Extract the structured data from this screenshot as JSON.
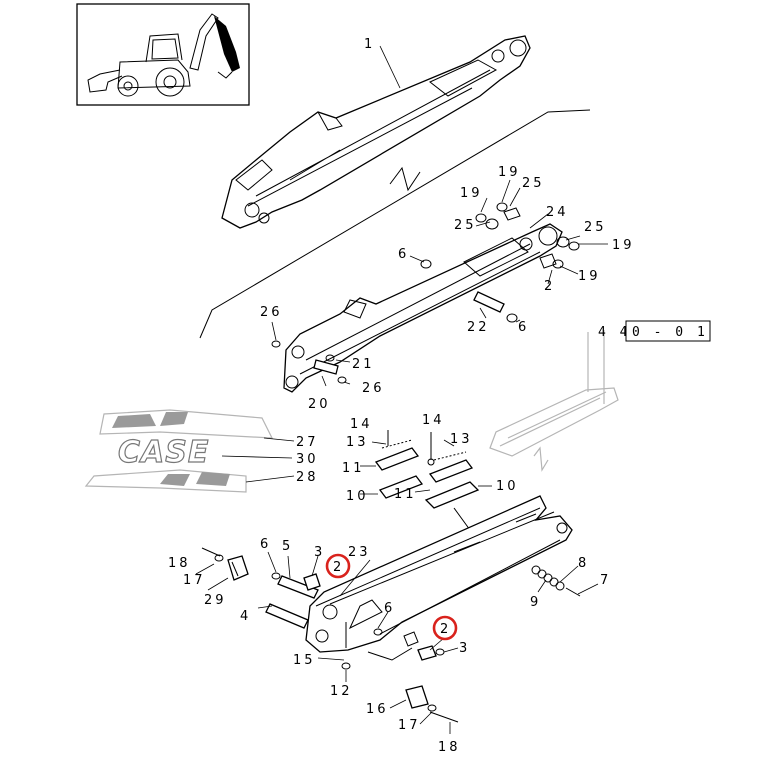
{
  "callouts": [
    {
      "id": "c1",
      "text": "1"
    },
    {
      "id": "c2-top",
      "text": "2"
    },
    {
      "id": "c2-mid",
      "text": "2"
    },
    {
      "id": "c2-lower",
      "text": "2"
    },
    {
      "id": "c3-left",
      "text": "3"
    },
    {
      "id": "c3-right",
      "text": "3"
    },
    {
      "id": "c4",
      "text": "4"
    },
    {
      "id": "c5",
      "text": "5"
    },
    {
      "id": "c6-top",
      "text": "6"
    },
    {
      "id": "c6-mid",
      "text": "6"
    },
    {
      "id": "c6-left",
      "text": "6"
    },
    {
      "id": "c6-lower",
      "text": "6"
    },
    {
      "id": "c7",
      "text": "7"
    },
    {
      "id": "c8",
      "text": "8"
    },
    {
      "id": "c9",
      "text": "9"
    },
    {
      "id": "c10-left",
      "text": "10"
    },
    {
      "id": "c10-right",
      "text": "10"
    },
    {
      "id": "c11-left",
      "text": "11"
    },
    {
      "id": "c11-right",
      "text": "11"
    },
    {
      "id": "c12",
      "text": "12"
    },
    {
      "id": "c13-left",
      "text": "13"
    },
    {
      "id": "c13-right",
      "text": "13"
    },
    {
      "id": "c14-left",
      "text": "14"
    },
    {
      "id": "c14-right",
      "text": "14"
    },
    {
      "id": "c15",
      "text": "15"
    },
    {
      "id": "c16",
      "text": "16"
    },
    {
      "id": "c17-top",
      "text": "17"
    },
    {
      "id": "c17-bottom",
      "text": "17"
    },
    {
      "id": "c18-top",
      "text": "18"
    },
    {
      "id": "c18-bottom",
      "text": "18"
    },
    {
      "id": "c19-a",
      "text": "19"
    },
    {
      "id": "c19-b",
      "text": "19"
    },
    {
      "id": "c19-c",
      "text": "19"
    },
    {
      "id": "c19-d",
      "text": "19"
    },
    {
      "id": "c20",
      "text": "20"
    },
    {
      "id": "c21",
      "text": "21"
    },
    {
      "id": "c22",
      "text": "22"
    },
    {
      "id": "c23",
      "text": "23"
    },
    {
      "id": "c24",
      "text": "24"
    },
    {
      "id": "c25-a",
      "text": "25"
    },
    {
      "id": "c25-b",
      "text": "25"
    },
    {
      "id": "c25-c",
      "text": "25"
    },
    {
      "id": "c26-top",
      "text": "26"
    },
    {
      "id": "c26-bottom",
      "text": "26"
    },
    {
      "id": "c27",
      "text": "27"
    },
    {
      "id": "c28",
      "text": "28"
    },
    {
      "id": "c29",
      "text": "29"
    },
    {
      "id": "c30",
      "text": "30"
    }
  ],
  "section_ref": {
    "prefix": "4 4",
    "boxed": "0 - 0 1"
  },
  "logo_text": "CASE",
  "highlight_color": "#d9221c"
}
